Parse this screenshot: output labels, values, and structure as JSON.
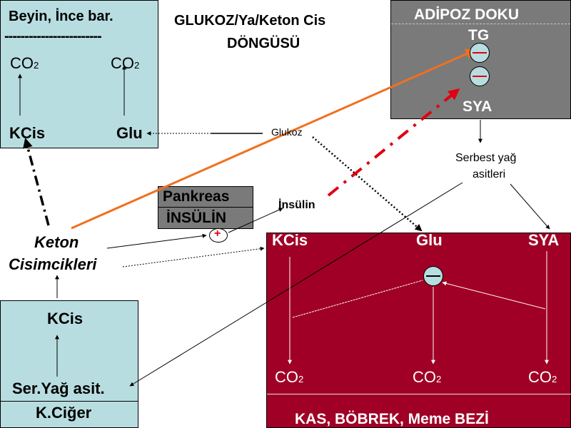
{
  "colors": {
    "cyan_box": "#b8dde0",
    "grey_box": "#7a7a7a",
    "red_box": "#a00025",
    "orange_arrow": "#f07020",
    "red_dash": "#e00010",
    "inhibit_circle": "#b8dde0"
  },
  "title": {
    "line1": "GLUKOZ/Ya/Keton Cis",
    "line2": "DÖNGÜSÜ"
  },
  "brain": {
    "title": "Beyin, İnce bar.",
    "divider": "------------------------",
    "co2_left": "CO",
    "co2_left_sub": "2",
    "co2_right": "CO",
    "co2_right_sub": "2",
    "kcis": "KCis",
    "glu": "Glu"
  },
  "adipose": {
    "title": "ADİPOZ DOKU",
    "tg": "TG",
    "sya": "SYA"
  },
  "glucose_label": "Glukoz",
  "free_fatty_acids": {
    "line1": "Serbest yağ",
    "line2": "asitleri"
  },
  "pancreas": {
    "label": "Pankreas",
    "insulin_box": "İNSÜLİN"
  },
  "insulin_label": "İnsülin",
  "plus_sign": "+",
  "ketone_bodies": {
    "line1": "Keton",
    "line2": "Cisimcikleri"
  },
  "liver": {
    "kcis": "KCis",
    "fatty_acid": "Ser.Yağ asit.",
    "name": "K.Ciğer"
  },
  "muscle": {
    "kcis": "KCis",
    "glu": "Glu",
    "sya": "SYA",
    "co2": "CO",
    "co2_sub": "2",
    "footer": "KAS, BÖBREK, Meme BEZİ"
  }
}
